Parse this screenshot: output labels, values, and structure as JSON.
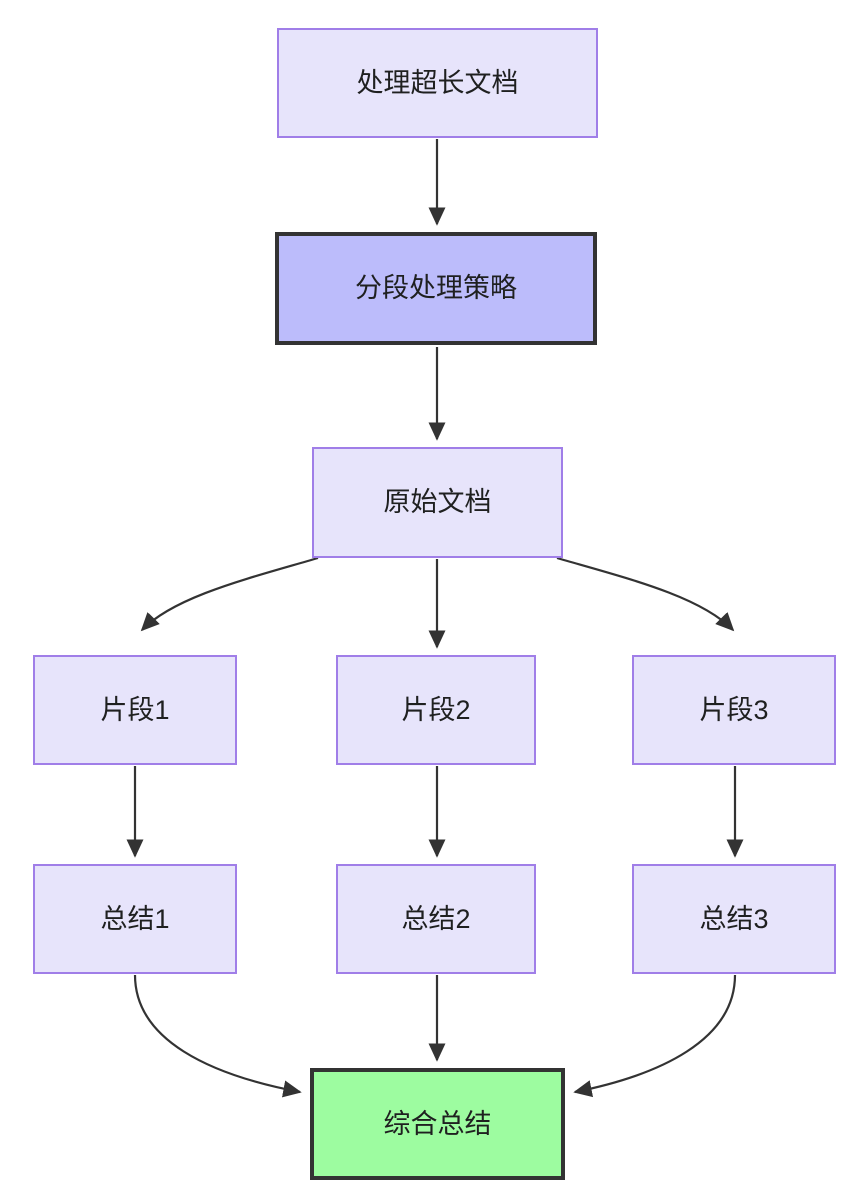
{
  "diagram": {
    "type": "flowchart",
    "direction": "top-down",
    "background_color": "#ffffff",
    "palette": {
      "node_fill": "#e7e4fb",
      "node_border": "#a07ee8",
      "highlight_fill": "#bcbcfb",
      "highlight_border": "#333333",
      "result_fill": "#9dfca0",
      "result_border": "#333333",
      "edge_color": "#333333",
      "text_color": "#1f2020"
    },
    "nodes": [
      {
        "id": "long-doc",
        "label": "处理超长文档",
        "style": "plain"
      },
      {
        "id": "strategy",
        "label": "分段处理策略",
        "style": "highlight"
      },
      {
        "id": "source-doc",
        "label": "原始文档",
        "style": "plain"
      },
      {
        "id": "segment-1",
        "label": "片段1",
        "style": "plain"
      },
      {
        "id": "segment-2",
        "label": "片段2",
        "style": "plain"
      },
      {
        "id": "segment-3",
        "label": "片段3",
        "style": "plain"
      },
      {
        "id": "summary-1",
        "label": "总结1",
        "style": "plain"
      },
      {
        "id": "summary-2",
        "label": "总结2",
        "style": "plain"
      },
      {
        "id": "summary-3",
        "label": "总结3",
        "style": "plain"
      },
      {
        "id": "final",
        "label": "综合总结",
        "style": "result"
      }
    ],
    "edges": [
      {
        "from": "long-doc",
        "to": "strategy",
        "shape": "straight"
      },
      {
        "from": "strategy",
        "to": "source-doc",
        "shape": "straight"
      },
      {
        "from": "source-doc",
        "to": "segment-1",
        "shape": "curve"
      },
      {
        "from": "source-doc",
        "to": "segment-2",
        "shape": "straight"
      },
      {
        "from": "source-doc",
        "to": "segment-3",
        "shape": "curve"
      },
      {
        "from": "segment-1",
        "to": "summary-1",
        "shape": "straight"
      },
      {
        "from": "segment-2",
        "to": "summary-2",
        "shape": "straight"
      },
      {
        "from": "segment-3",
        "to": "summary-3",
        "shape": "straight"
      },
      {
        "from": "summary-1",
        "to": "final",
        "shape": "curve"
      },
      {
        "from": "summary-2",
        "to": "final",
        "shape": "straight"
      },
      {
        "from": "summary-3",
        "to": "final",
        "shape": "curve"
      }
    ]
  }
}
